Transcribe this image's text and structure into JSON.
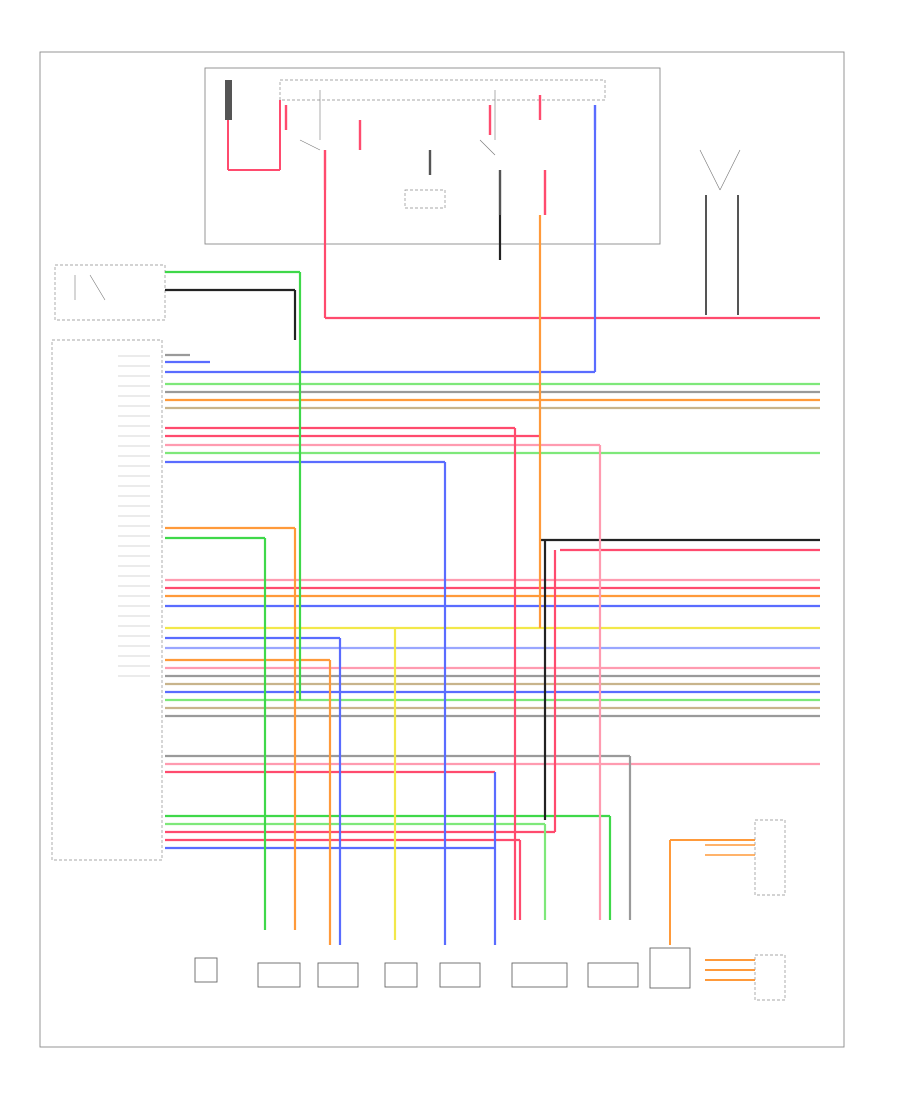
{
  "page": {
    "title": "",
    "footer_code": ""
  },
  "fuse_box": {
    "label": "",
    "fuse_label": "",
    "relays": [
      {
        "label": ""
      },
      {
        "label": ""
      },
      {
        "label": ""
      },
      {
        "label": ""
      }
    ]
  },
  "ecm": {
    "label": "",
    "pins": [
      "",
      "",
      "",
      "",
      "",
      "",
      "",
      "",
      "",
      "",
      "",
      "",
      "",
      "",
      "",
      "",
      "",
      "",
      "",
      "",
      "",
      "",
      "",
      "",
      "",
      "",
      "",
      "",
      "",
      "",
      "",
      "",
      ""
    ]
  },
  "components": [
    {
      "name": "",
      "id": "sensor-a"
    },
    {
      "name": "",
      "id": "sensor-b"
    },
    {
      "name": "",
      "id": "sensor-c"
    },
    {
      "name": "",
      "id": "sensor-d"
    },
    {
      "name": "",
      "id": "sensor-e"
    },
    {
      "name": "",
      "id": "sensor-f"
    },
    {
      "name": "",
      "id": "sensor-g"
    },
    {
      "name": "",
      "id": "sensor-h"
    }
  ],
  "colors": {
    "red": "#ff4b6e",
    "pink": "#ff9bb0",
    "green": "#3fd84a",
    "light_green": "#7ee87a",
    "blue": "#5a6cff",
    "light_blue": "#9aa6ff",
    "orange": "#ff9a3a",
    "yellow": "#f2e84a",
    "black": "#222222",
    "gray": "#9a9a9a",
    "tan": "#c8b48c"
  }
}
